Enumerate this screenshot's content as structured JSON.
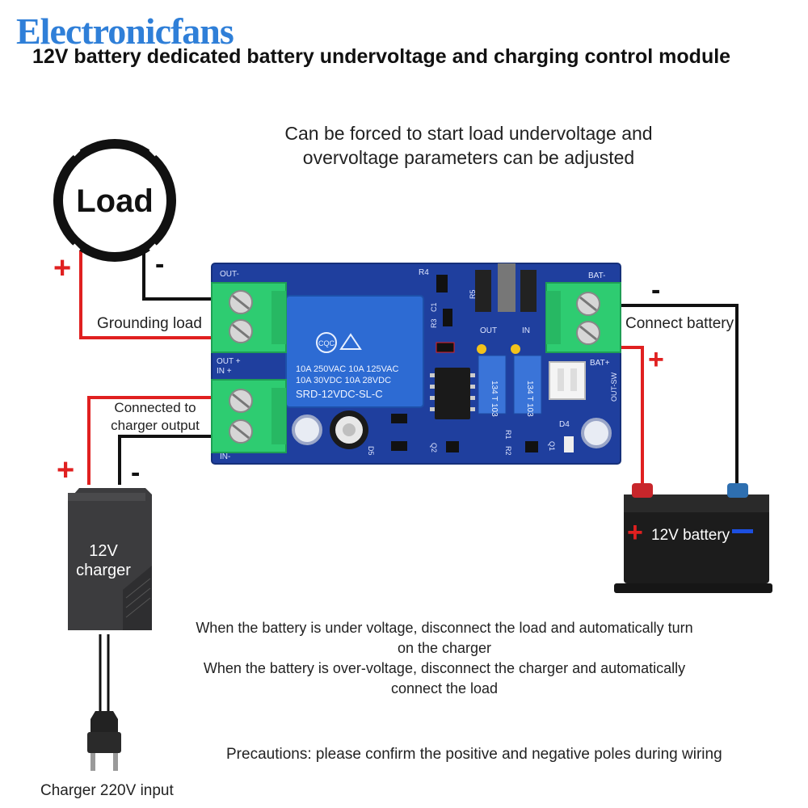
{
  "header": {
    "brand": "Electronicfans",
    "title": "12V battery dedicated battery undervoltage and charging control module"
  },
  "subtitle": {
    "line1": "Can be forced to start load undervoltage and",
    "line2": "overvoltage parameters can be adjusted"
  },
  "load": {
    "label": "Load",
    "plus": "+",
    "minus": "-"
  },
  "labels": {
    "grounding_load": "Grounding load",
    "connect_battery": "Connect battery",
    "charger_output_line1": "Connected to",
    "charger_output_line2": "charger output",
    "charger_input": "Charger 220V input"
  },
  "board": {
    "out_minus": "OUT-",
    "out_plus": "OUT +",
    "in_plus": "IN +",
    "in_minus": "IN-",
    "bat_minus": "BAT-",
    "bat_plus": "BAT+",
    "out_sw": "OUT-SW",
    "r4": "R4",
    "r5": "R5",
    "r3": "R3",
    "c1": "C1",
    "r1": "R1",
    "r2": "R2",
    "d4": "D4",
    "d5": "D5",
    "q1": "Q1",
    "q2": "Q2",
    "jumper_out": "OUT",
    "jumper_in": "IN",
    "pot1": "134 T 103",
    "pot2": "134 T 103",
    "relay": {
      "line1": "10A 250VAC   10A 125VAC",
      "line2": "10A  30VDC   10A  28VDC",
      "model": "SRD-12VDC-SL-C",
      "cert": "CQC"
    }
  },
  "charger": {
    "line1": "12V",
    "line2": "charger",
    "plus": "+",
    "minus": "-"
  },
  "battery": {
    "label": "12V battery",
    "plus": "+",
    "minus": "-",
    "wire_plus": "+",
    "wire_minus": "-"
  },
  "description": {
    "line1": "When the battery is under voltage, disconnect the load and automatically turn",
    "line2": "on the charger",
    "line3": "When the battery is over-voltage, disconnect the charger and automatically",
    "line4": "connect the load"
  },
  "precautions": "Precautions: please confirm the positive and negative poles during wiring",
  "colors": {
    "brand": "#2f7fd8",
    "board": "#1f3f9e",
    "terminal": "#2ecc71",
    "relay": "#2d6bd3",
    "wire_positive": "#e02020",
    "wire_negative": "#111111",
    "battery_body": "#1c1c1c"
  }
}
